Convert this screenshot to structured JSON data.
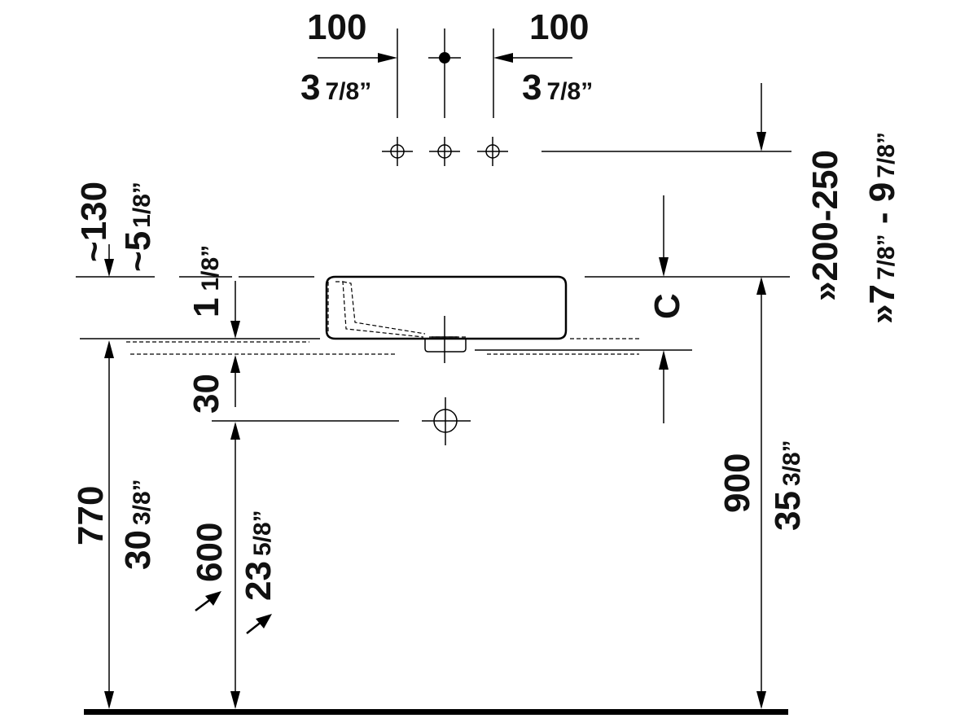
{
  "tap_spacing": {
    "left_mm": "100",
    "left_in_whole": "3",
    "left_in_frac": "7/8”",
    "right_mm": "100",
    "right_in_whole": "3",
    "right_in_frac": "7/8”"
  },
  "tap_height": {
    "mm": "»200-250",
    "in_a_whole": "»7",
    "in_a_frac": "7/8”",
    "in_sep": " - ",
    "in_b_whole": "9",
    "in_b_frac": "7/8”"
  },
  "overflow_height": {
    "mm": "~130",
    "in_whole": "~5",
    "in_frac": "1/8”"
  },
  "rim_thickness": {
    "in_whole": "1",
    "in_frac": "1/8”"
  },
  "dim_c": "C",
  "drain_offset_mm": "30",
  "counter_height": {
    "mm": "770",
    "in_whole": "30",
    "in_frac": "3/8”"
  },
  "drain_height": {
    "mm": "600",
    "in_whole": "23",
    "in_frac": "5/8”"
  },
  "rim_height": {
    "mm": "900",
    "in_whole": "35",
    "in_frac": "3/8”"
  }
}
